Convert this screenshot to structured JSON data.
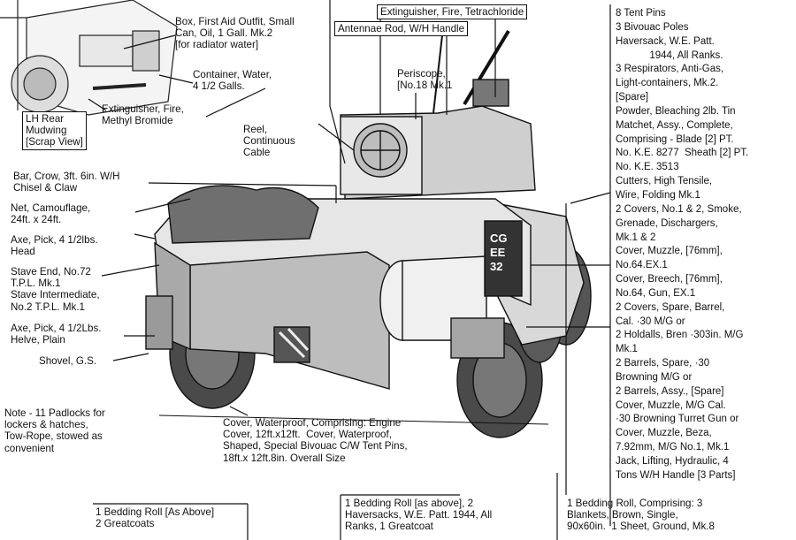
{
  "labels": {
    "box_first_aid": "Box, First Aid Outfit, Small\nCan, Oil, 1 Gall. Mk.2\n[for radiator water]",
    "container_water": "Container, Water,\n4 1/2 Galls.",
    "lh_rear": "LH Rear\nMudwing\n[Scrap View]",
    "ext_methyl": "Extinguisher, Fire,\nMethyl Bromide",
    "ext_tetra": "Extinguisher, Fire, Tetrachloride",
    "antennae": "Antennae Rod, W/H Handle",
    "periscope": "Periscope,\n[No.18 Mk.1",
    "reel": "Reel,\nContinuous\nCable",
    "bar_crow": "Bar, Crow, 3ft. 6in. W/H\nChisel & Claw",
    "net_camo": "Net, Camouflage,\n24ft. x 24ft.",
    "axe_head": "Axe, Pick, 4 1/2lbs.\nHead",
    "stave": "Stave End, No.72\nT.P.L. Mk.1\nStave Intermediate,\nNo.2 T.P.L. Mk.1",
    "axe_helve": "Axe, Pick, 4 1/2Lbs.\nHelve, Plain",
    "shovel": "Shovel, G.S.",
    "note": "Note - 11 Padlocks for\nlockers & hatches,\nTow-Rope, stowed as\nconvenient",
    "cover_waterproof": "Cover, Waterproof, Comprising: Engine\nCover, 12ft.x12ft.  Cover, Waterproof,\nShaped, Special Bivouac C/W Tent Pins,\n18ft.x 12ft.8in. Overall Size",
    "bedding_left": "1 Bedding Roll [As Above]\n2 Greatcoats",
    "bedding_mid": "1 Bedding Roll [as above], 2\nHaversacks, W.E. Patt. 1944, All\nRanks, 1 Greatcoat",
    "bedding_right": "1 Bedding Roll, Comprising: 3\nBlankets, Brown, Single,\n90x60in.  1 Sheet, Ground, Mk.8",
    "right_list": "8 Tent Pins\n3 Bivouac Poles\nHaversack, W.E. Patt.\n            1944, All Ranks.\n3 Respirators, Anti-Gas,\nLight-containers, Mk.2.\n[Spare]\nPowder, Bleaching 2lb. Tin\nMatchet, Assy., Complete,\nComprising - Blade [2] PT.\nNo. K.E. 8277  Sheath [2] PT.\nNo. K.E. 3513\nCutters, High Tensile,\nWire, Folding Mk.1\n2 Covers, No.1 & 2, Smoke,\nGrenade, Dischargers,\nMk.1 & 2\nCover, Muzzle, [76mm],\nNo.64.EX.1\nCover, Breech, [76mm],\nNo.64, Gun, EX.1\n2 Covers, Spare, Barrel,\nCal. ·30 M/G or\n2 Holdalls, Bren ·303in. M/G\nMk.1\n2 Barrels, Spare, ·30\nBrowning M/G or\n2 Barrels, Assy., [Spare]\nCover, Muzzle, M/G Cal.\n·30 Browning Turret Gun or\nCover, Muzzle, Beza,\n7.92mm, M/G No.1, Mk.1\nJack, Lifting, Hydraulic, 4\nTons W/H Handle [3 Parts]",
    "vehicle_marking": "CG\nEE\n32"
  }
}
